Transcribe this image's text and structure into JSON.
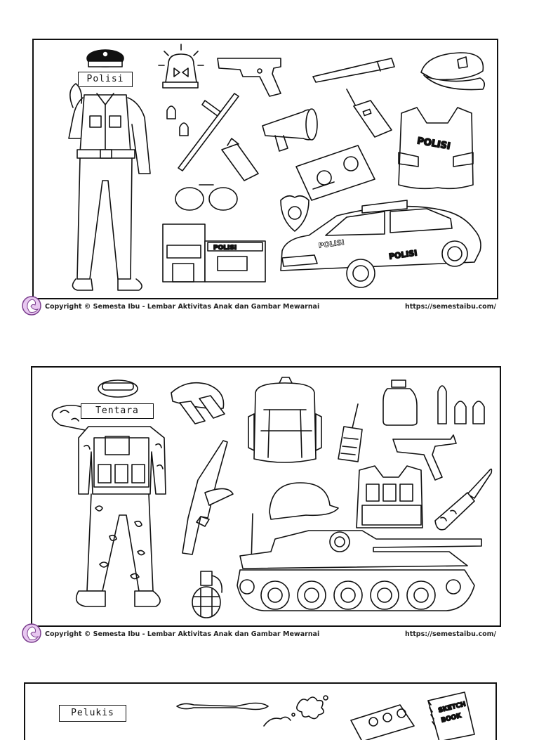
{
  "pages": [
    {
      "title": "Polisi",
      "badge_text_vest": "POLISI",
      "badge_text_building": "POLISI",
      "badge_text_car": "POLISI",
      "badge_text_car_hood": "POLISI",
      "footer": {
        "copyright": "Copyright © Semesta Ibu - Lembar Aktivitas Anak dan Gambar Mewarnai",
        "url": "https://semestaibu.com/"
      }
    },
    {
      "title": "Tentara",
      "footer": {
        "copyright": "Copyright © Semesta Ibu - Lembar Aktivitas Anak dan Gambar Mewarnai",
        "url": "https://semestaibu.com/"
      }
    },
    {
      "title": "Pelukis",
      "sketch_book_line1": "SKETCH",
      "sketch_book_line2": "BOOK"
    }
  ]
}
